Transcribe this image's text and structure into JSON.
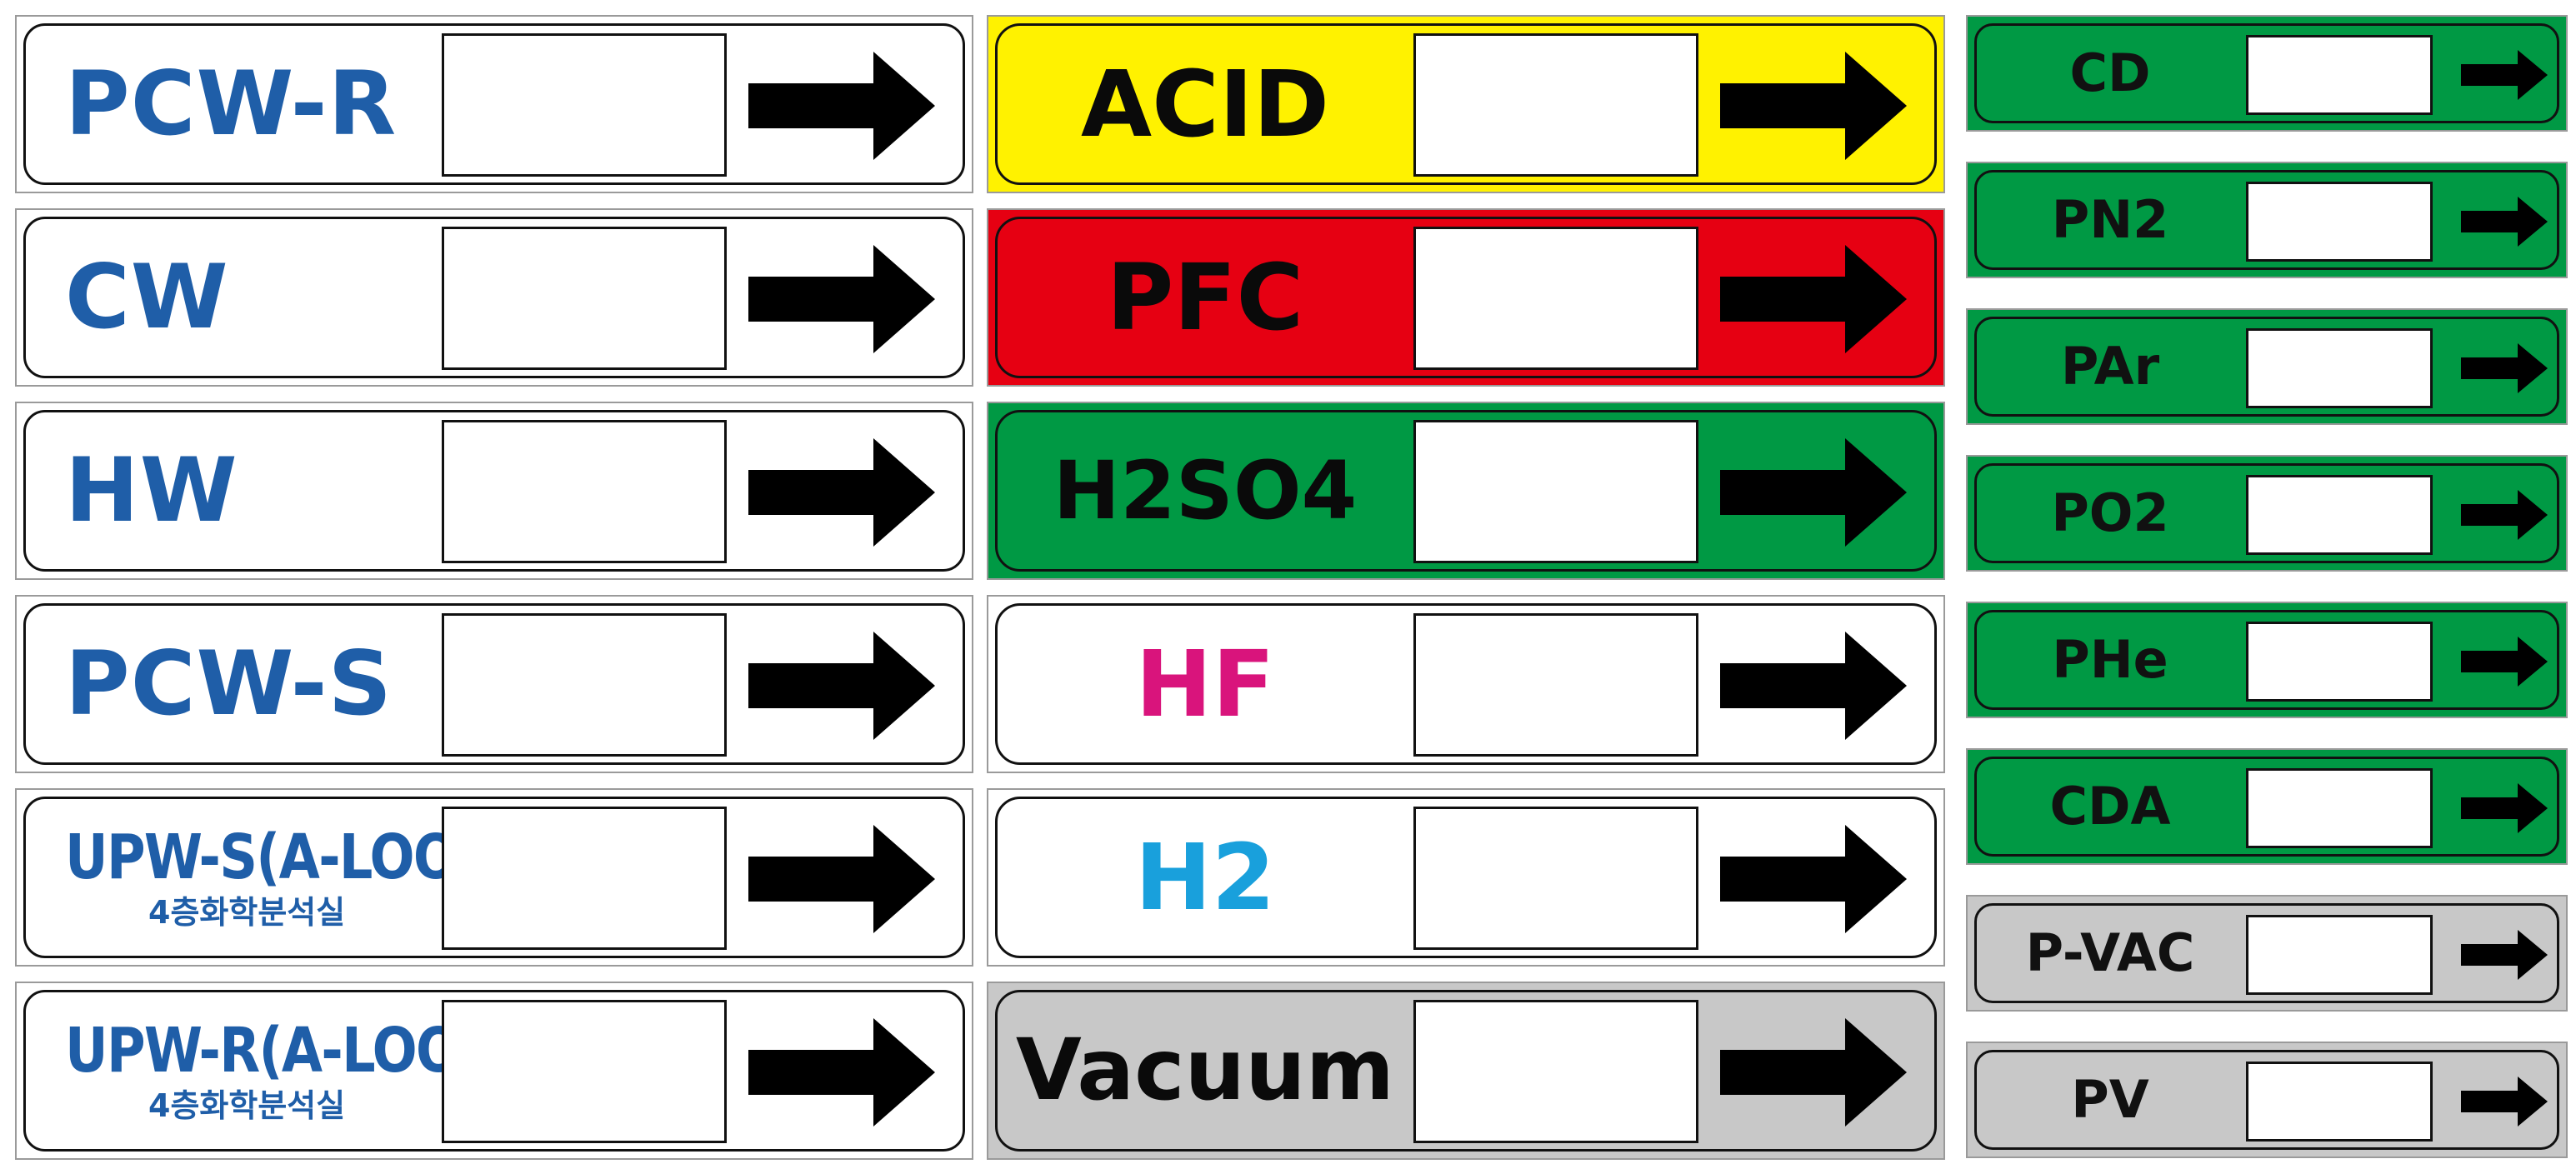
{
  "columns": {
    "utility": [
      {
        "name": "PCW-R",
        "sub": "",
        "bg": "#ffffff",
        "text": "#1f5ea8"
      },
      {
        "name": "CW",
        "sub": "",
        "bg": "#ffffff",
        "text": "#1f5ea8"
      },
      {
        "name": "HW",
        "sub": "",
        "bg": "#ffffff",
        "text": "#1f5ea8"
      },
      {
        "name": "PCW-S",
        "sub": "",
        "bg": "#ffffff",
        "text": "#1f5ea8"
      },
      {
        "name": "UPW-S(A-LOOP)",
        "sub": "4층화학분석실",
        "bg": "#ffffff",
        "text": "#1f5ea8"
      },
      {
        "name": "UPW-R(A-LOOP)",
        "sub": "4층화학분석실",
        "bg": "#ffffff",
        "text": "#1f5ea8"
      }
    ],
    "chemical": [
      {
        "name": "ACID",
        "bg": "#fff200",
        "text": "#0a0a0a"
      },
      {
        "name": "PFC",
        "bg": "#e60012",
        "text": "#0a0a0a"
      },
      {
        "name": "H2SO4",
        "bg": "#009944",
        "text": "#0a0a0a"
      },
      {
        "name": "HF",
        "bg": "#ffffff",
        "text": "#d9147c"
      },
      {
        "name": "H2",
        "bg": "#ffffff",
        "text": "#19a0dc"
      },
      {
        "name": "Vacuum",
        "bg": "#c8c8c8",
        "text": "#0a0a0a"
      }
    ],
    "gas": [
      {
        "name": "CD",
        "bg": "#009944",
        "text": "#111111"
      },
      {
        "name": "PN2",
        "bg": "#009944",
        "text": "#111111"
      },
      {
        "name": "PAr",
        "bg": "#009944",
        "text": "#111111"
      },
      {
        "name": "PO2",
        "bg": "#009944",
        "text": "#111111"
      },
      {
        "name": "PHe",
        "bg": "#009944",
        "text": "#111111"
      },
      {
        "name": "CDA",
        "bg": "#009944",
        "text": "#111111"
      },
      {
        "name": "P-VAC",
        "bg": "#c8c8c8",
        "text": "#111111"
      },
      {
        "name": "PV",
        "bg": "#c8c8c8",
        "text": "#111111"
      }
    ]
  },
  "icons": {
    "flow": "right-arrow-icon"
  }
}
